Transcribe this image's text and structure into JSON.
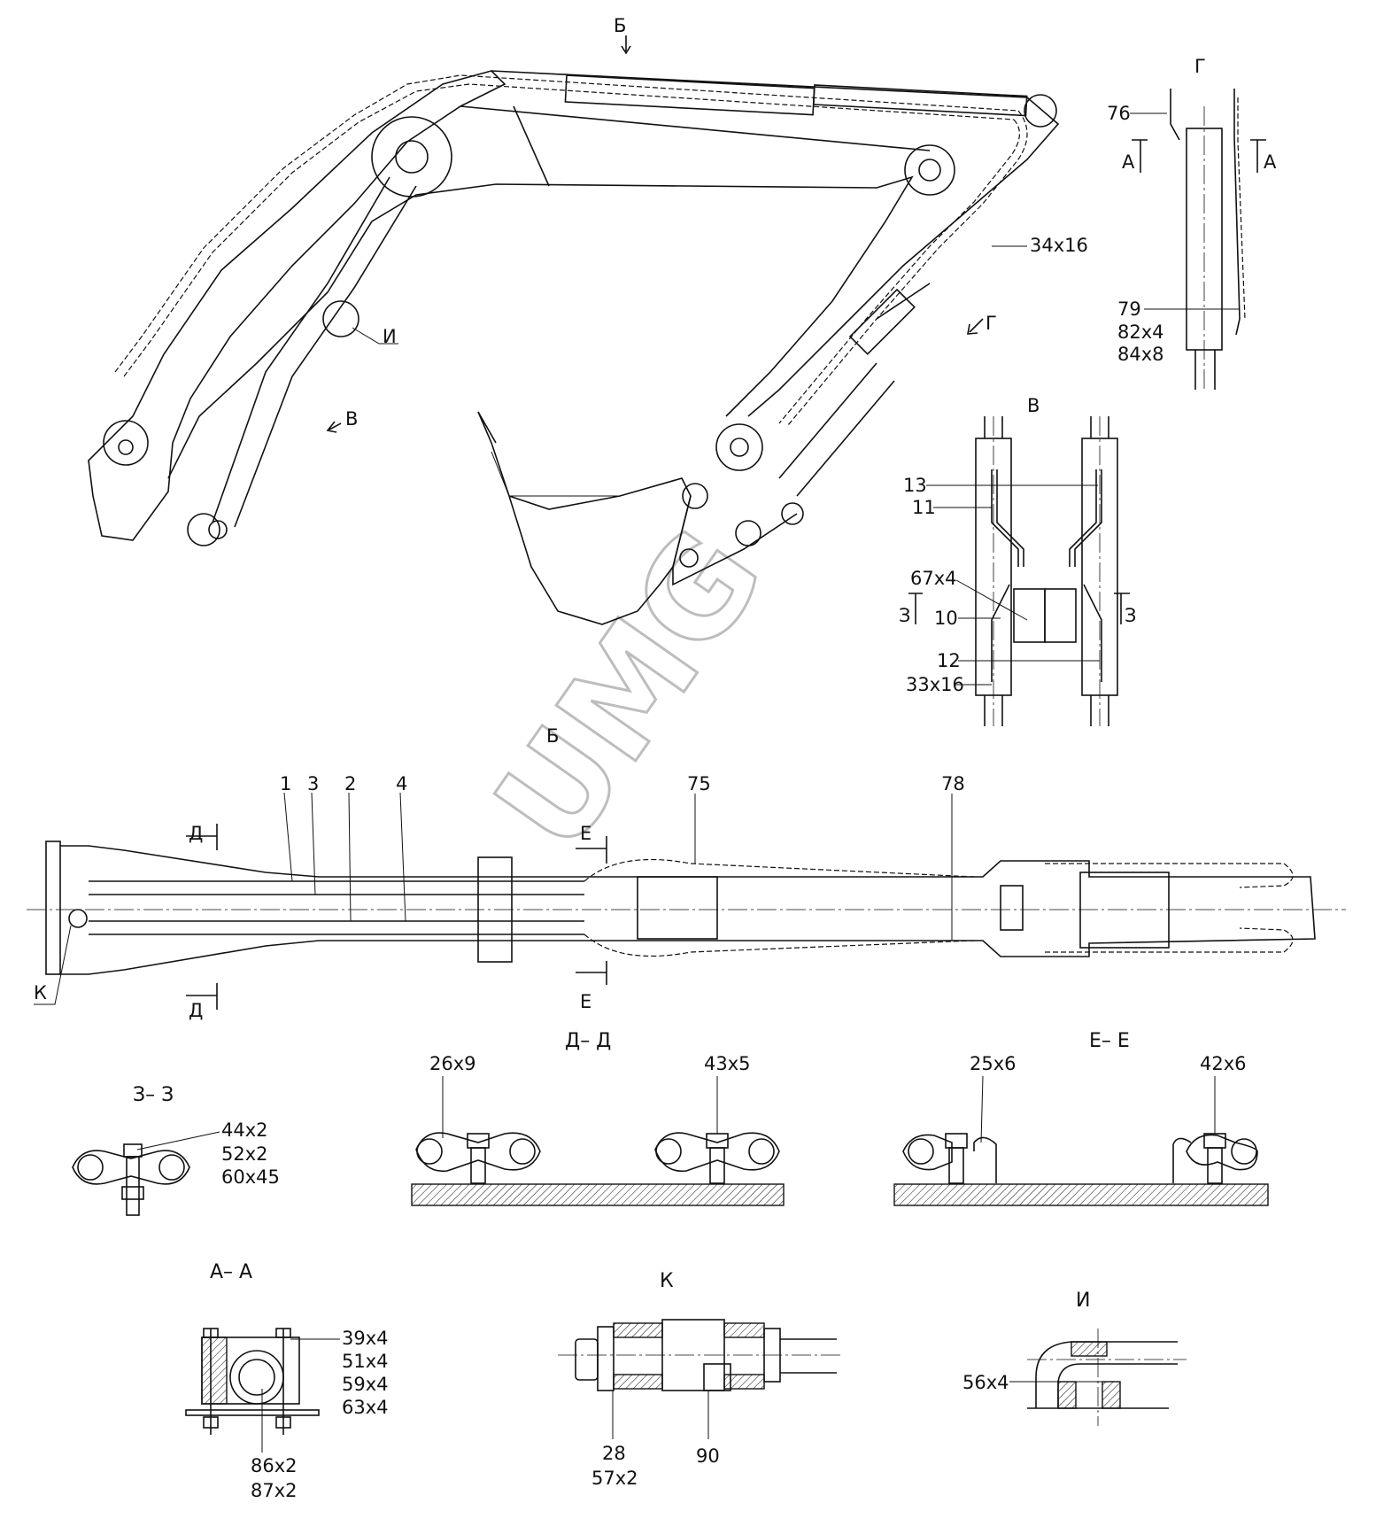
{
  "watermark": "UMG",
  "views": {
    "B_arrow": "Б",
    "G_arrow": "Г",
    "V_arrow": "В",
    "I_callout": "И",
    "view_G_title": "Г",
    "view_V_title": "В",
    "view_B_title": "Б",
    "section_DD": "Д– Д",
    "section_EE": "Е– Е",
    "section_ZZ": "З– З",
    "section_AA": "А– А",
    "detail_K": "К",
    "detail_I": "И",
    "cut_A": "А",
    "cut_Z": "З",
    "cut_D": "Д",
    "cut_E": "Е",
    "cut_K": "К"
  },
  "labels": {
    "p34x16": "34х16",
    "p76": "76",
    "p79": "79",
    "p82x4": "82х4",
    "p84x8": "84х8",
    "p13": "13",
    "p11": "11",
    "p67x4": "67х4",
    "p10": "10",
    "p12": "12",
    "p33x16": "33х16",
    "p1": "1",
    "p3": "3",
    "p2": "2",
    "p4": "4",
    "p75": "75",
    "p78": "78",
    "p26x9": "26х9",
    "p43x5": "43х5",
    "p25x6": "25х6",
    "p42x6": "42х6",
    "p44x2": "44х2",
    "p52x2": "52х2",
    "p60x45": "60х45",
    "p39x4": "39х4",
    "p51x4": "51х4",
    "p59x4": "59х4",
    "p63x4": "63х4",
    "p86x2": "86х2",
    "p87x2": "87х2",
    "p28": "28",
    "p57x2": "57х2",
    "p90": "90",
    "p56x4": "56х4"
  }
}
